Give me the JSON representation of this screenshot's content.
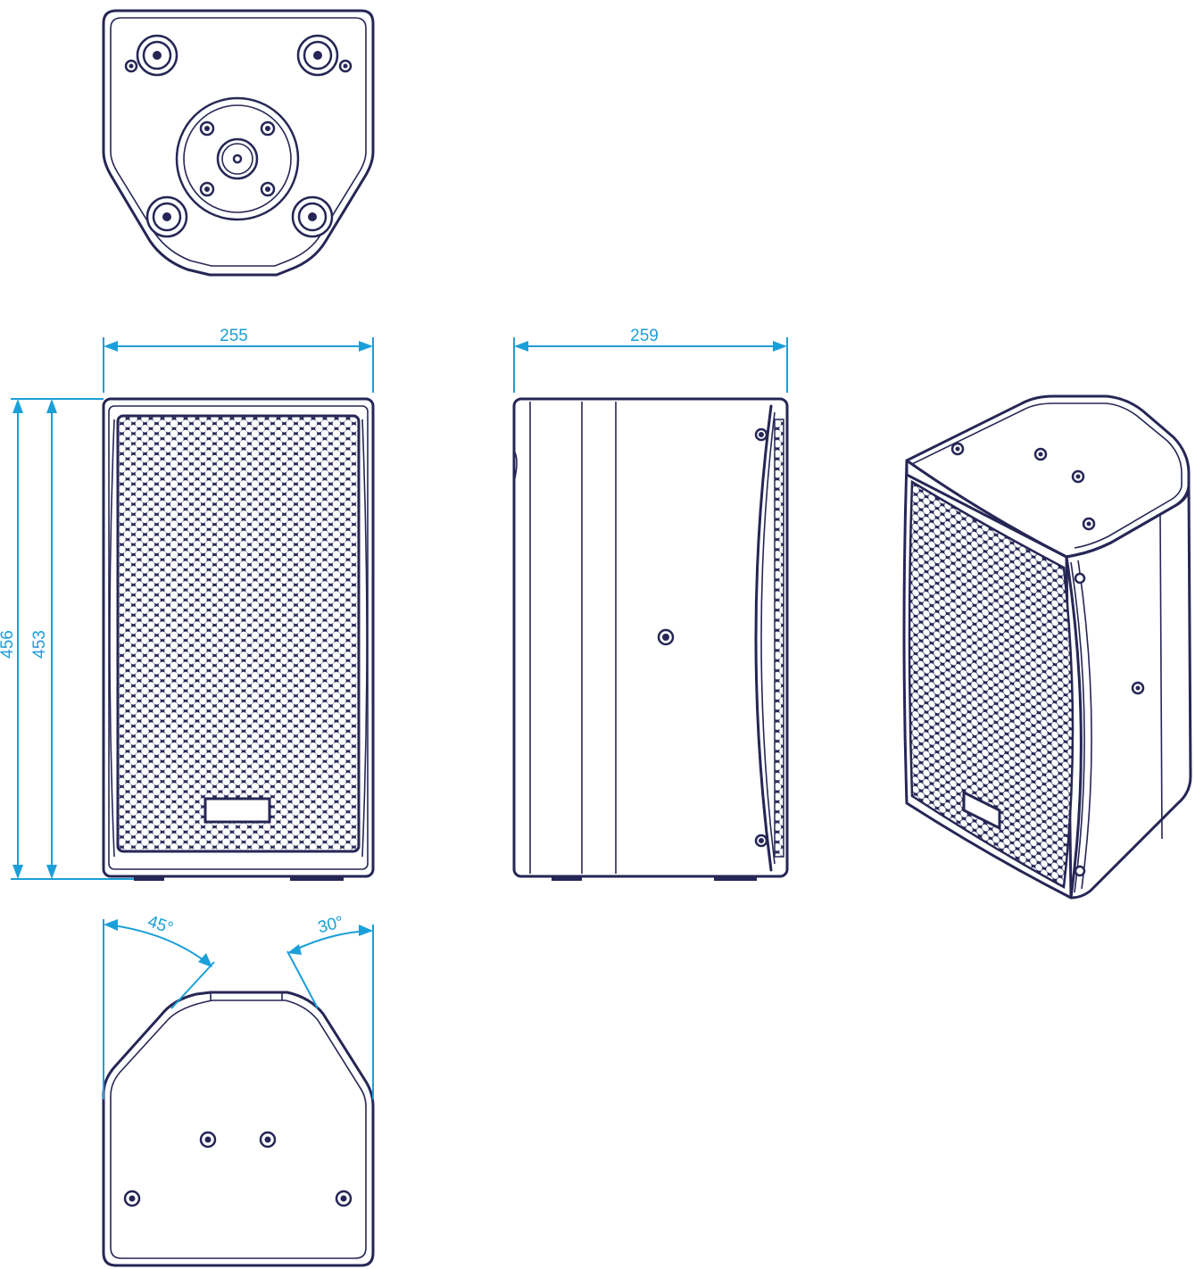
{
  "dimensions": {
    "front_width": "255",
    "side_depth": "259",
    "outer_height": "456",
    "inner_height": "453",
    "angle_left": "45°",
    "angle_right": "30°"
  },
  "colors": {
    "outline": "#262656",
    "dimension": "#1b9fd8",
    "background": "#ffffff"
  }
}
